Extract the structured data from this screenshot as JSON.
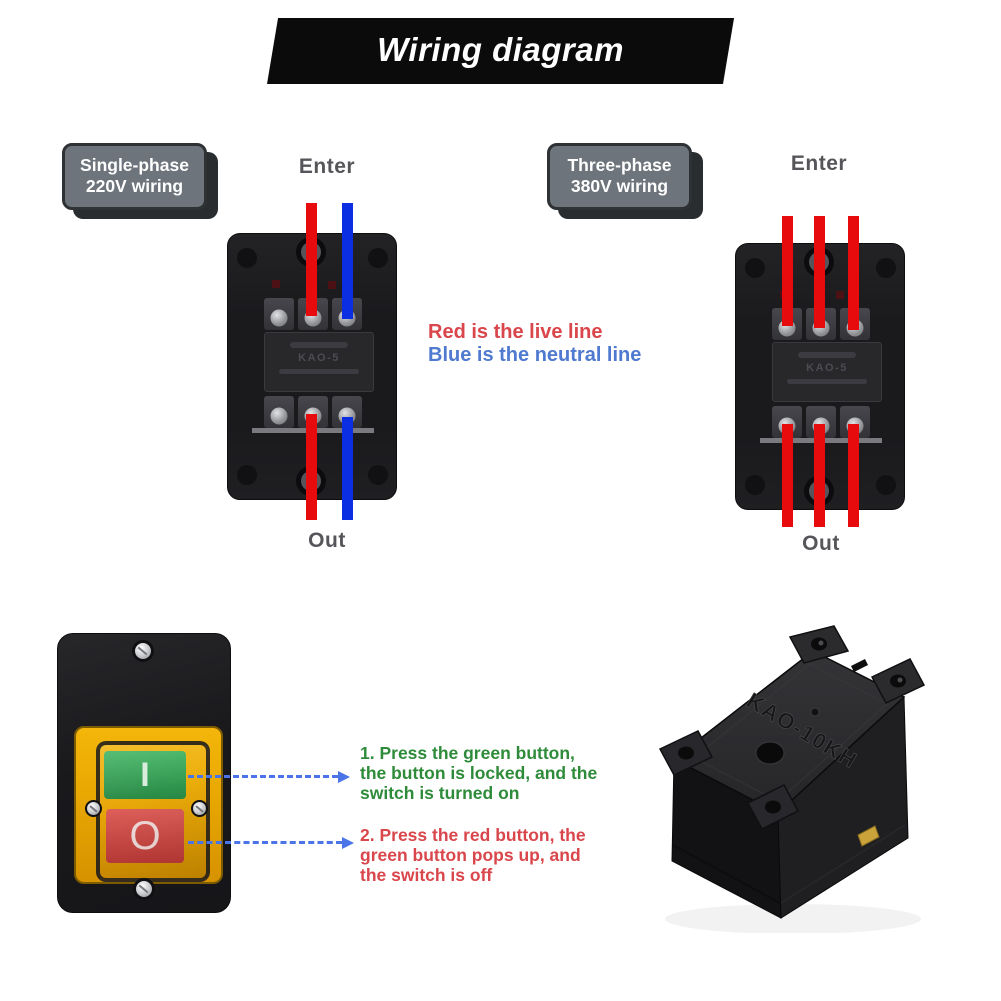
{
  "banner": {
    "title": "Wiring diagram"
  },
  "left_diagram": {
    "label_lines": [
      "Single-phase",
      "220V wiring"
    ],
    "enter_label": "Enter",
    "out_label": "Out",
    "top_wires": [
      "red",
      "blue"
    ],
    "bottom_wires": [
      "red",
      "blue"
    ]
  },
  "right_diagram": {
    "label_lines": [
      "Three-phase",
      "380V wiring"
    ],
    "enter_label": "Enter",
    "out_label": "Out",
    "top_wires": [
      "red",
      "red",
      "red"
    ],
    "bottom_wires": [
      "red",
      "red",
      "red"
    ]
  },
  "legend": {
    "live_line": "Red is the live line",
    "neutral_line": "Blue is the neutral line"
  },
  "switch_block_model": "KAO-5",
  "front_switch": {
    "on_symbol": "I",
    "off_symbol": "O"
  },
  "instructions": {
    "green_lines": [
      "1. Press the green button,",
      "the button is locked, and the",
      "switch is turned on"
    ],
    "red_lines": [
      "2. Press the red button, the",
      "green button pops up, and",
      "the switch is off"
    ]
  },
  "back_box": {
    "embossed_text": "KAO-10KH"
  },
  "colors": {
    "banner_bg": "#0b0b0b",
    "label_bg": "#6d747b",
    "label_border": "#2a2d30",
    "wire_red": "#e80b0d",
    "wire_blue": "#0c2ee2",
    "direction_text": "#56565a",
    "live_text": "#d9464b",
    "neutral_text": "#4f7ad0",
    "instruction_green": "#2e8b3a",
    "instruction_red": "#d9464b",
    "arrow_blue": "#4a74e8",
    "face_yellow": "#eaa902",
    "button_green": "#238741",
    "button_red": "#c13a37"
  }
}
